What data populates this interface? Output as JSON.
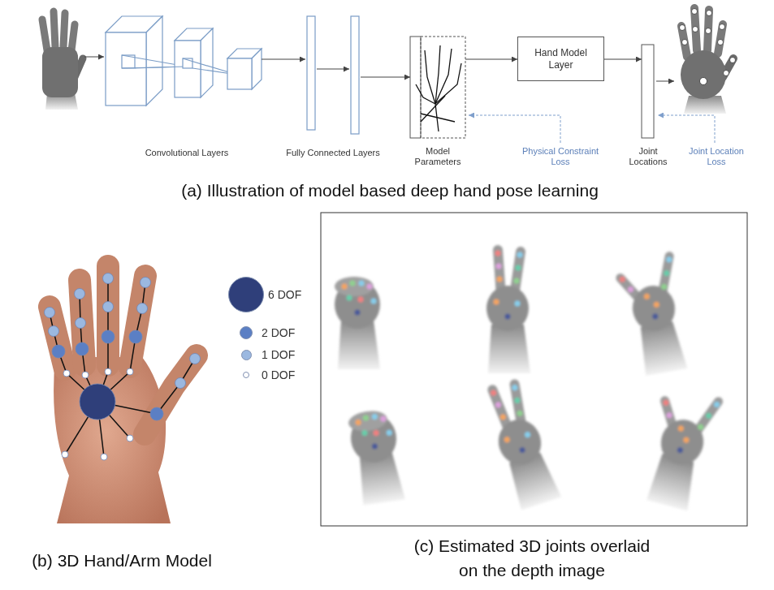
{
  "diagram": {
    "nodes": [
      {
        "text": [
          "Convolutional Layers"
        ]
      },
      {
        "text": [
          "Fully Connected Layers"
        ]
      },
      {
        "text": [
          "Model Parameters"
        ]
      },
      {
        "text": [
          "Hand Model Layer"
        ]
      },
      {
        "text": [
          "Joint Locations"
        ]
      }
    ],
    "edges": [
      {
        "from": 0,
        "to": 1,
        "arrow": "to"
      },
      {
        "from": 1,
        "to": 2,
        "arrow": "to"
      },
      {
        "from": 2,
        "to": 3,
        "arrow": "to"
      },
      {
        "from": 3,
        "to": 4,
        "arrow": "to"
      }
    ],
    "labels": [
      "Physical Constraint Loss",
      "Joint Location Loss",
      "(a) Illustration of model based deep hand pose learning",
      "(b) 3D Hand/Arm Model",
      "(c) Estimated 3D joints overlaid on the depth image"
    ],
    "legend": [
      {
        "text": "6 DOF",
        "color": "#2f3f7a"
      },
      {
        "text": "2 DOF",
        "color": "#5b7fc4"
      },
      {
        "text": "1 DOF",
        "color": "#9bb8e0"
      },
      {
        "text": "0 DOF",
        "color": "#ffffff"
      }
    ]
  }
}
